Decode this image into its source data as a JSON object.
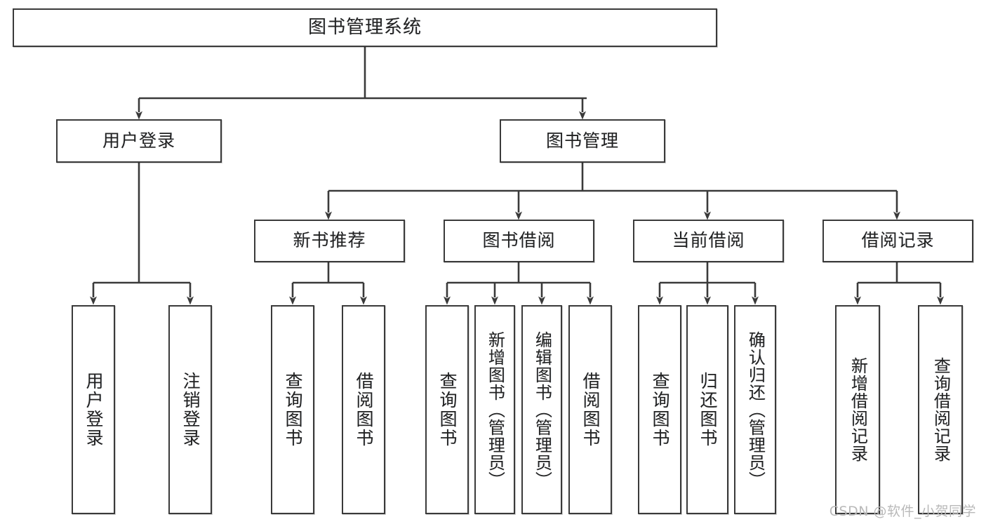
{
  "diagram": {
    "title": "图书管理系统",
    "type": "tree",
    "watermark": "CSDN @软件_小贺同学",
    "colors": {
      "box_border": "#3a3a3a",
      "box_fill": "#ffffff",
      "connector": "#3a3a3a",
      "text": "#222222",
      "watermark": "#b9b9b9",
      "background": "#ffffff"
    },
    "root": {
      "label": "图书管理系统"
    },
    "level2": [
      {
        "id": "user-login",
        "label": "用户登录"
      },
      {
        "id": "book-manage",
        "label": "图书管理"
      }
    ],
    "level3": [
      {
        "id": "new-book-recommend",
        "label": "新书推荐",
        "parent": "book-manage"
      },
      {
        "id": "book-borrow",
        "label": "图书借阅",
        "parent": "book-manage"
      },
      {
        "id": "current-borrow",
        "label": "当前借阅",
        "parent": "book-manage"
      },
      {
        "id": "borrow-record",
        "label": "借阅记录",
        "parent": "book-manage"
      }
    ],
    "leaves": [
      {
        "id": "leaf-user-login",
        "label": "用户登录",
        "parent": "user-login"
      },
      {
        "id": "leaf-logout",
        "label": "注销登录",
        "parent": "user-login"
      },
      {
        "id": "leaf-query-book-1",
        "label": "查询图书",
        "parent": "new-book-recommend"
      },
      {
        "id": "leaf-borrow-book-1",
        "label": "借阅图书",
        "parent": "new-book-recommend"
      },
      {
        "id": "leaf-query-book-2",
        "label": "查询图书",
        "parent": "book-borrow"
      },
      {
        "id": "leaf-add-book",
        "label": "新增图书（管理员）",
        "parent": "book-borrow"
      },
      {
        "id": "leaf-edit-book",
        "label": "编辑图书（管理员）",
        "parent": "book-borrow"
      },
      {
        "id": "leaf-borrow-book-2",
        "label": "借阅图书",
        "parent": "book-borrow"
      },
      {
        "id": "leaf-query-book-3",
        "label": "查询图书",
        "parent": "current-borrow"
      },
      {
        "id": "leaf-return-book",
        "label": "归还图书",
        "parent": "current-borrow"
      },
      {
        "id": "leaf-confirm-return",
        "label": "确认归还（管理员）",
        "parent": "current-borrow"
      },
      {
        "id": "leaf-add-record",
        "label": "新增借阅记录",
        "parent": "borrow-record"
      },
      {
        "id": "leaf-query-record",
        "label": "查询借阅记录",
        "parent": "borrow-record"
      }
    ]
  }
}
